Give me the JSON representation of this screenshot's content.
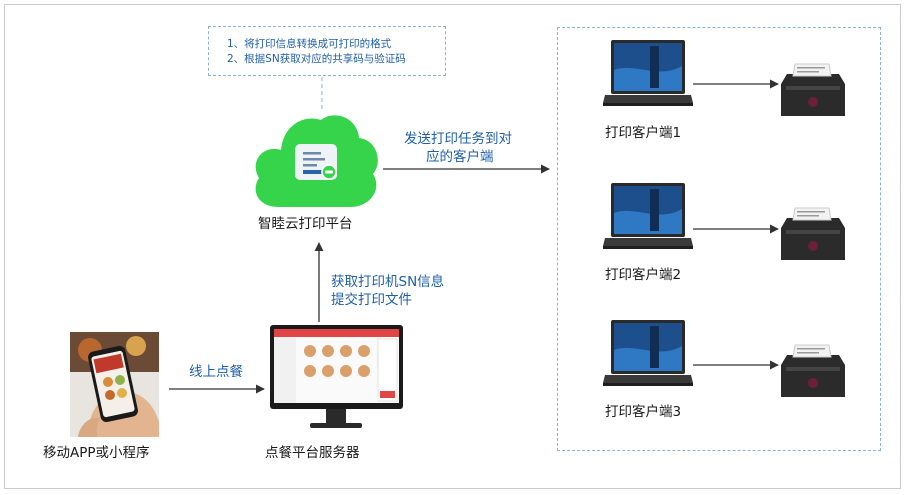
{
  "note": {
    "line1": "1、将打印信息转换成可打印的格式",
    "line2": "2、根据SN获取对应的共享码与验证码"
  },
  "cloud_platform": {
    "label": "智睦云打印平台"
  },
  "send_task": {
    "line1": "发送打印任务到对",
    "line2": "应的客户端"
  },
  "get_sn": {
    "line1": "获取打印机SN信息",
    "line2": "提交打印文件"
  },
  "online_order": {
    "label": "线上点餐"
  },
  "mobile_app": {
    "label": "移动APP或小程序"
  },
  "server": {
    "label": "点餐平台服务器"
  },
  "clients": [
    {
      "label": "打印客户端1"
    },
    {
      "label": "打印客户端2"
    },
    {
      "label": "打印客户端3"
    }
  ],
  "colors": {
    "cloud": "#35d44a",
    "accent_text": "#1f5fa8",
    "dashed_border": "#8ab3d6",
    "arrow": "#333333"
  }
}
